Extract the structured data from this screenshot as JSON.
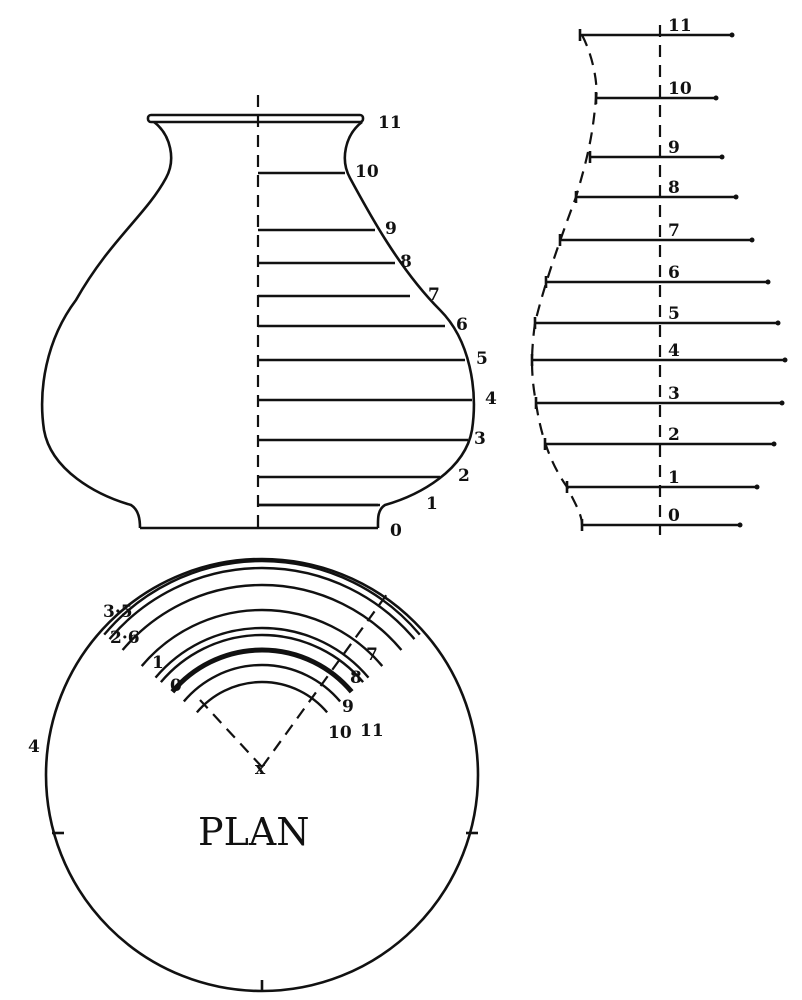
{
  "elevation": {
    "labels": [
      "0",
      "1",
      "2",
      "3",
      "4",
      "5",
      "6",
      "7",
      "8",
      "9",
      "10",
      "11"
    ]
  },
  "profile": {
    "labels": [
      "0",
      "1",
      "2",
      "3",
      "4",
      "5",
      "6",
      "7",
      "8",
      "9",
      "10",
      "11"
    ]
  },
  "plan": {
    "title": "PLAN",
    "center_mark": "x",
    "labels": {
      "l35": "3·5",
      "l26": "2·6",
      "l1": "1",
      "l0": "0",
      "l7": "7",
      "l8": "8",
      "l9": "9",
      "l10": "10",
      "l11": "11",
      "l4": "4"
    }
  }
}
